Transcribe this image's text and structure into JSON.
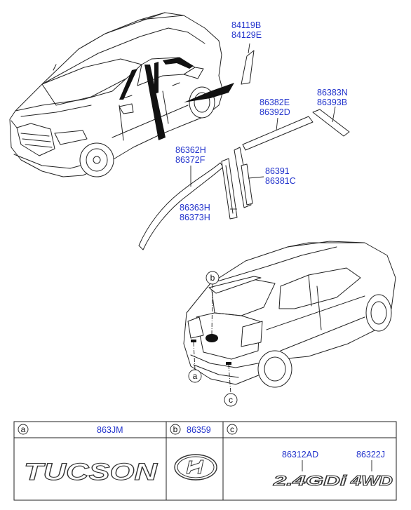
{
  "parts": {
    "film_a": "84119B",
    "film_b": "84129E",
    "front_a": "86362H",
    "front_b": "86372F",
    "front_lower_a": "86363H",
    "front_lower_b": "86373H",
    "center_a": "86391",
    "center_b": "86381C",
    "rear_door_a": "86382E",
    "rear_door_b": "86392D",
    "rear_q_a": "86383N",
    "rear_q_b": "86393B"
  },
  "callouts": {
    "a": "a",
    "b": "b",
    "c": "c"
  },
  "table": {
    "col_a_letter": "a",
    "col_a_part": "863JM",
    "col_a_emblem": "TUCSON",
    "col_b_letter": "b",
    "col_b_part": "86359",
    "col_c_letter": "c",
    "col_c_part1": "86312AD",
    "col_c_part2": "86322J",
    "col_c_emblem1": "2.4GDi",
    "col_c_emblem2": "4WD"
  }
}
